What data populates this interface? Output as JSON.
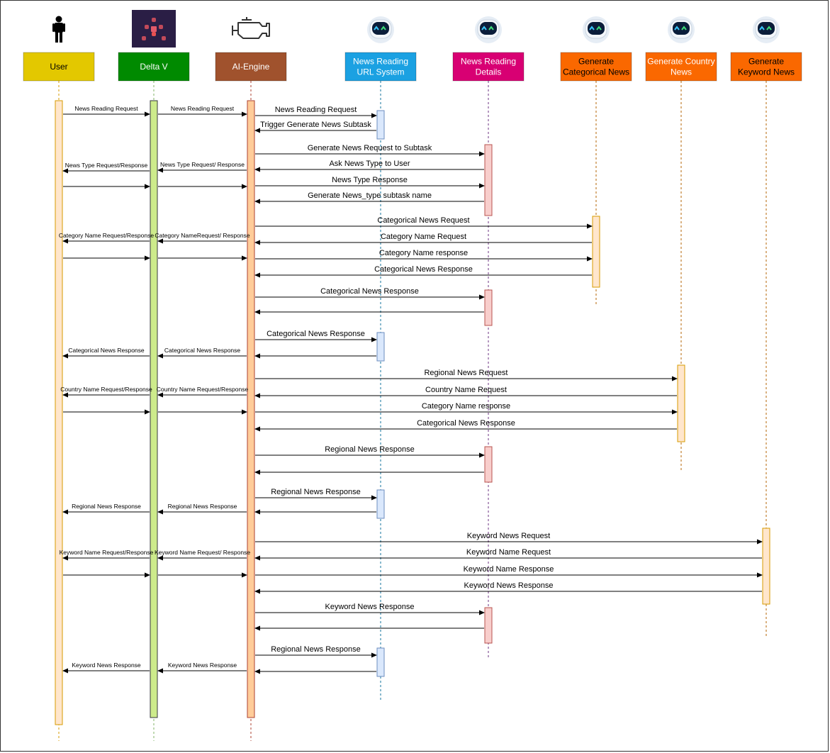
{
  "participants": [
    {
      "id": "user",
      "label": [
        "User"
      ],
      "color": "#e3c800",
      "text_color": "#000000",
      "lifeline": "#d79b00",
      "icon": "person-icon"
    },
    {
      "id": "deltav",
      "label": [
        "Delta V"
      ],
      "color": "#008a00",
      "text_color": "#ffffff",
      "lifeline": "#82b366",
      "icon": "deltav-logo-icon"
    },
    {
      "id": "ai",
      "label": [
        "AI-Engine"
      ],
      "color": "#a0522d",
      "text_color": "#ffffff",
      "lifeline": "#ae4132",
      "icon": "engine-icon"
    },
    {
      "id": "url",
      "label": [
        "News Reading",
        "URL System"
      ],
      "color": "#1ba1e2",
      "text_color": "#ffffff",
      "lifeline": "#10739e",
      "icon": "robot-icon"
    },
    {
      "id": "details",
      "label": [
        "News Reading",
        "Details"
      ],
      "color": "#d80073",
      "text_color": "#ffffff",
      "lifeline": "#6c3483",
      "icon": "robot-icon"
    },
    {
      "id": "cat",
      "label": [
        "Generate",
        "Categorical News"
      ],
      "color": "#fa6800",
      "text_color": "#000000",
      "lifeline": "#b46504",
      "icon": "robot-icon"
    },
    {
      "id": "country",
      "label": [
        "Generate Country",
        "News"
      ],
      "color": "#fa6800",
      "text_color": "#ffffff",
      "lifeline": "#b46504",
      "icon": "robot-icon"
    },
    {
      "id": "keyword",
      "label": [
        "Generate",
        "Keyword News"
      ],
      "color": "#fa6800",
      "text_color": "#000000",
      "lifeline": "#b46504",
      "icon": "robot-icon"
    }
  ],
  "messages": [
    {
      "from": "user",
      "to": "deltav",
      "label": "News Reading Request",
      "small": true
    },
    {
      "from": "deltav",
      "to": "ai",
      "label": "News Reading Request",
      "small": true
    },
    {
      "from": "ai",
      "to": "url",
      "label": "News Reading Request"
    },
    {
      "from": "url",
      "to": "ai",
      "label": "Trigger Generate News Subtask"
    },
    {
      "from": "ai",
      "to": "details",
      "label": "Generate News Request to Subtask"
    },
    {
      "from": "ai",
      "to": "deltav",
      "label": "News Type  Request/ Response",
      "small": true
    },
    {
      "from": "deltav",
      "to": "user",
      "label": "News Type  Request/Response",
      "small": true
    },
    {
      "from": "details",
      "to": "ai",
      "label": "Ask News Type to User"
    },
    {
      "from": "user",
      "to": "deltav",
      "label": ""
    },
    {
      "from": "deltav",
      "to": "ai",
      "label": ""
    },
    {
      "from": "ai",
      "to": "details",
      "label": "News Type Response"
    },
    {
      "from": "details",
      "to": "ai",
      "label": "Generate News_type subtask name"
    },
    {
      "from": "ai",
      "to": "cat",
      "label": "Categorical News Request"
    },
    {
      "from": "ai",
      "to": "deltav",
      "label": "Category NameRequest/ Response",
      "small": true
    },
    {
      "from": "deltav",
      "to": "user",
      "label": "Category Name Request/Response",
      "small": true
    },
    {
      "from": "cat",
      "to": "ai",
      "label": "Category Name Request"
    },
    {
      "from": "user",
      "to": "deltav",
      "label": ""
    },
    {
      "from": "deltav",
      "to": "ai",
      "label": ""
    },
    {
      "from": "ai",
      "to": "cat",
      "label": "Category Name response"
    },
    {
      "from": "cat",
      "to": "ai",
      "label": "Categorical News Response"
    },
    {
      "from": "ai",
      "to": "details",
      "label": "Categorical News Response"
    },
    {
      "from": "details",
      "to": "ai",
      "label": ""
    },
    {
      "from": "ai",
      "to": "url",
      "label": "Categorical News Response"
    },
    {
      "from": "ai",
      "to": "deltav",
      "label": "Categorical News Response",
      "small": true
    },
    {
      "from": "deltav",
      "to": "user",
      "label": "Categorical News Response",
      "small": true
    },
    {
      "from": "url",
      "to": "ai",
      "label": ""
    },
    {
      "from": "ai",
      "to": "country",
      "label": "Regional News Request"
    },
    {
      "from": "ai",
      "to": "deltav",
      "label": "Country Name Request/Response",
      "small": true
    },
    {
      "from": "deltav",
      "to": "user",
      "label": "Country Name Request/Response",
      "small": true
    },
    {
      "from": "country",
      "to": "ai",
      "label": "Country Name Request"
    },
    {
      "from": "user",
      "to": "deltav",
      "label": ""
    },
    {
      "from": "deltav",
      "to": "ai",
      "label": ""
    },
    {
      "from": "ai",
      "to": "country",
      "label": "Category Name response"
    },
    {
      "from": "country",
      "to": "ai",
      "label": "Categorical News Response"
    },
    {
      "from": "ai",
      "to": "details",
      "label": "Regional News Response"
    },
    {
      "from": "details",
      "to": "ai",
      "label": ""
    },
    {
      "from": "ai",
      "to": "url",
      "label": "Regional News Response"
    },
    {
      "from": "ai",
      "to": "deltav",
      "label": "Regional News Response",
      "small": true
    },
    {
      "from": "deltav",
      "to": "user",
      "label": "Regional News Response",
      "small": true
    },
    {
      "from": "url",
      "to": "ai",
      "label": ""
    },
    {
      "from": "ai",
      "to": "keyword",
      "label": "Keyword News Request"
    },
    {
      "from": "ai",
      "to": "deltav",
      "label": "Keyword Name Request/ Response",
      "small": true
    },
    {
      "from": "deltav",
      "to": "user",
      "label": "Keyword Name Request/Response",
      "small": true
    },
    {
      "from": "keyword",
      "to": "ai",
      "label": "Keyword Name Request"
    },
    {
      "from": "user",
      "to": "deltav",
      "label": ""
    },
    {
      "from": "deltav",
      "to": "ai",
      "label": ""
    },
    {
      "from": "ai",
      "to": "keyword",
      "label": "Keyword Name Response"
    },
    {
      "from": "keyword",
      "to": "ai",
      "label": "Keyword News Response"
    },
    {
      "from": "ai",
      "to": "details",
      "label": "Keyword News Response"
    },
    {
      "from": "details",
      "to": "ai",
      "label": ""
    },
    {
      "from": "ai",
      "to": "url",
      "label": "Regional News Response"
    },
    {
      "from": "ai",
      "to": "deltav",
      "label": "Keyword News Response",
      "small": true
    },
    {
      "from": "deltav",
      "to": "user",
      "label": "Keyword News Response",
      "small": true
    },
    {
      "from": "url",
      "to": "ai",
      "label": ""
    }
  ]
}
